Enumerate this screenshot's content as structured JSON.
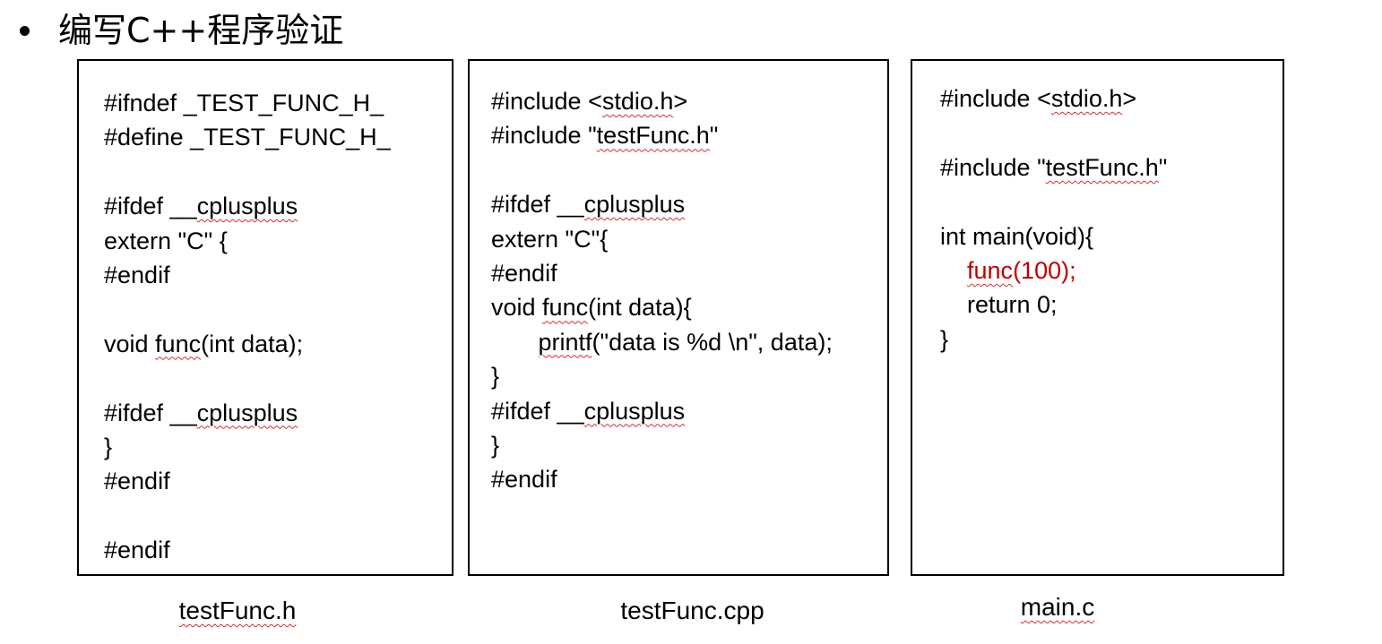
{
  "slide": {
    "title": "编写C++程序验证"
  },
  "files": {
    "header": {
      "caption": "testFunc.h",
      "lines": [
        [
          {
            "text": "#ifndef _TEST_FUNC_H_"
          }
        ],
        [
          {
            "text": "#define _TEST_FUNC_H_"
          }
        ],
        [
          {
            "text": ""
          }
        ],
        [
          {
            "text": "#ifdef __"
          },
          {
            "text": "cplusplus",
            "squiggle": true
          }
        ],
        [
          {
            "text": "extern \"C\" {"
          }
        ],
        [
          {
            "text": "#endif"
          }
        ],
        [
          {
            "text": ""
          }
        ],
        [
          {
            "text": "void "
          },
          {
            "text": "func",
            "squiggle": true
          },
          {
            "text": "(int data);"
          }
        ],
        [
          {
            "text": ""
          }
        ],
        [
          {
            "text": "#ifdef __"
          },
          {
            "text": "cplusplus",
            "squiggle": true
          }
        ],
        [
          {
            "text": "}"
          }
        ],
        [
          {
            "text": "#endif"
          }
        ],
        [
          {
            "text": ""
          }
        ],
        [
          {
            "text": "#endif"
          }
        ]
      ]
    },
    "cpp": {
      "caption": "testFunc.cpp",
      "lines": [
        [
          {
            "text": "#include <"
          },
          {
            "text": "stdio.h",
            "squiggle": true
          },
          {
            "text": ">"
          }
        ],
        [
          {
            "text": "#include \""
          },
          {
            "text": "testFunc.h",
            "squiggle": true
          },
          {
            "text": "\""
          }
        ],
        [
          {
            "text": ""
          }
        ],
        [
          {
            "text": "#ifdef __"
          },
          {
            "text": "cplusplus",
            "squiggle": true
          }
        ],
        [
          {
            "text": "extern \"C\"{"
          }
        ],
        [
          {
            "text": "#endif"
          }
        ],
        [
          {
            "text": "void "
          },
          {
            "text": "func",
            "squiggle": true
          },
          {
            "text": "(int data){"
          }
        ],
        [
          {
            "text": "       "
          },
          {
            "text": "printf",
            "squiggle": true
          },
          {
            "text": "(\"data is %d \\n\", data);"
          }
        ],
        [
          {
            "text": "}"
          }
        ],
        [
          {
            "text": "#ifdef __"
          },
          {
            "text": "cplusplus",
            "squiggle": true
          }
        ],
        [
          {
            "text": "}"
          }
        ],
        [
          {
            "text": "#endif"
          }
        ]
      ]
    },
    "main": {
      "caption": "main.c",
      "lines": [
        [
          {
            "text": "#include <"
          },
          {
            "text": "stdio.h",
            "squiggle": true
          },
          {
            "text": ">"
          }
        ],
        [
          {
            "text": ""
          }
        ],
        [
          {
            "text": "#include \""
          },
          {
            "text": "testFunc.h",
            "squiggle": true
          },
          {
            "text": "\""
          }
        ],
        [
          {
            "text": ""
          }
        ],
        [
          {
            "text": "int main(void){"
          }
        ],
        [
          {
            "text": "    "
          },
          {
            "text": "func",
            "squiggle": true,
            "highlight": true
          },
          {
            "text": "(100);",
            "highlight": true
          }
        ],
        [
          {
            "text": "    return 0;"
          }
        ],
        [
          {
            "text": "}"
          }
        ]
      ]
    }
  },
  "colors": {
    "highlight": "#c00000",
    "spellcheck_squiggle": "#e0282b",
    "box_border": "#000000"
  }
}
